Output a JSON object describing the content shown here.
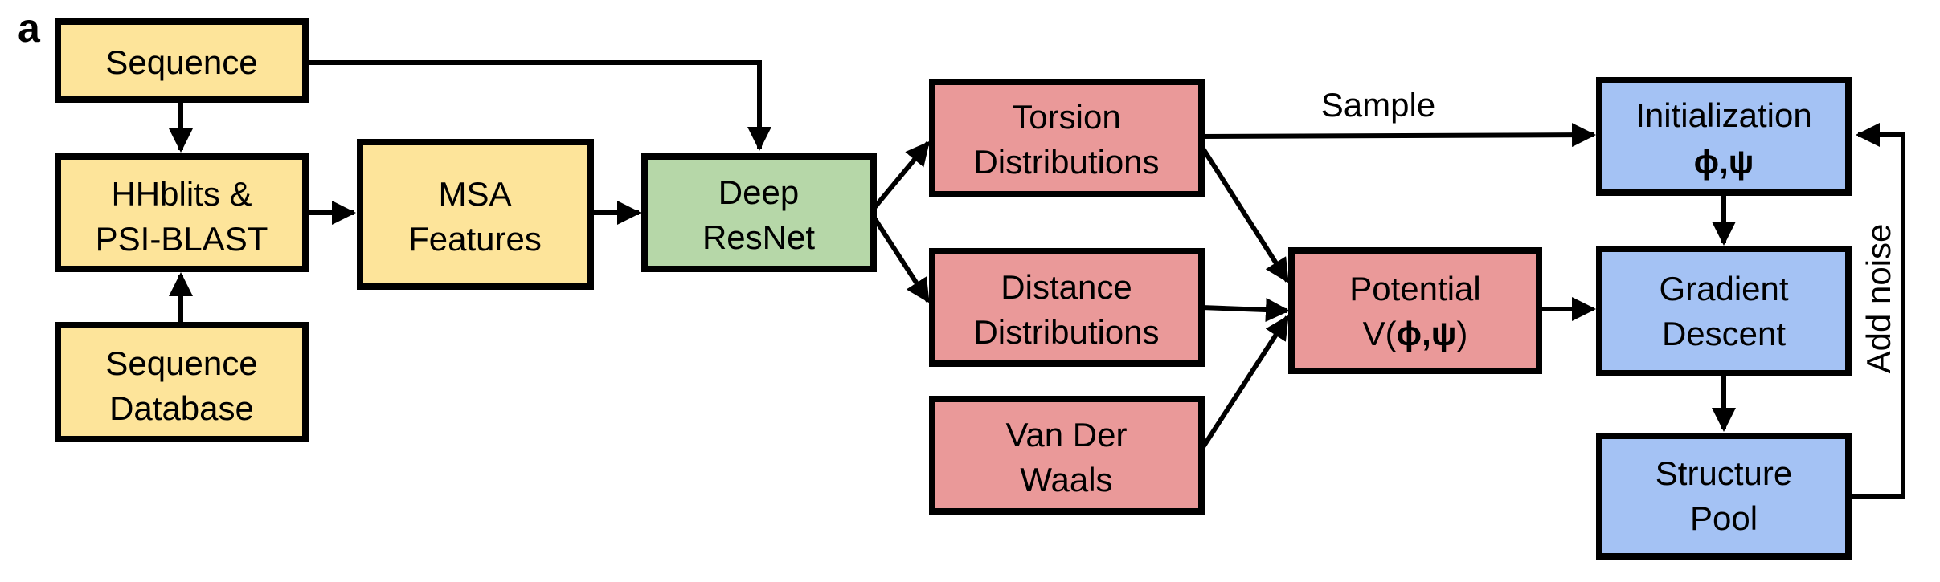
{
  "panel_label": "a",
  "colors": {
    "yellow": "#fde49a",
    "green": "#b6d7a8",
    "red": "#ea9999",
    "blue": "#a4c2f4"
  },
  "nodes": {
    "sequence": {
      "line1": "Sequence"
    },
    "hhblits": {
      "line1": "HHblits &",
      "line2": "PSI-BLAST"
    },
    "sequence_db": {
      "line1": "Sequence",
      "line2": "Database"
    },
    "msa": {
      "line1": "MSA",
      "line2": "Features"
    },
    "resnet": {
      "line1": "Deep",
      "line2": "ResNet"
    },
    "torsion": {
      "line1": "Torsion",
      "line2": "Distributions"
    },
    "distance": {
      "line1": "Distance",
      "line2": "Distributions"
    },
    "vdw": {
      "line1": "Van Der",
      "line2": "Waals"
    },
    "potential": {
      "line1": "Potential",
      "line2_prefix": "V(",
      "line2_symbols": "ϕ,ψ",
      "line2_suffix": ")"
    },
    "init": {
      "line1": "Initialization",
      "line2": "ϕ,ψ"
    },
    "gradient": {
      "line1": "Gradient",
      "line2": "Descent"
    },
    "pool": {
      "line1": "Structure",
      "line2": "Pool"
    }
  },
  "edge_labels": {
    "sample": "Sample",
    "add_noise": "Add noise"
  }
}
